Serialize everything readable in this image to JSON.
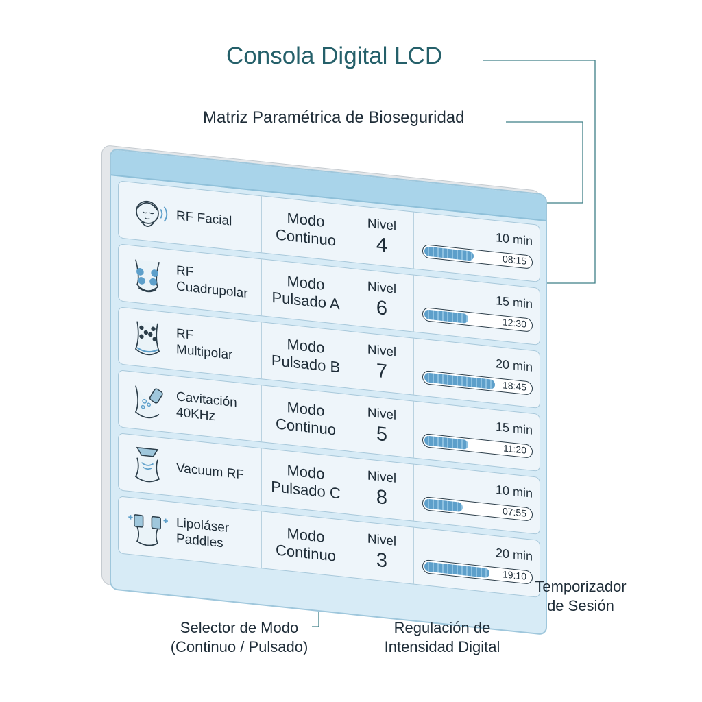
{
  "title": "Consola Digital LCD",
  "subtitle": "Matriz Paramétrica de Bioseguridad",
  "callouts": {
    "mode": [
      "Selector de Modo",
      "(Continuo / Pulsado)"
    ],
    "intensity": [
      "Regulación de",
      "Intensidad Digital"
    ],
    "timer": [
      "Temporizador",
      "de Sesión"
    ]
  },
  "level_label": "Nivel",
  "colors": {
    "accent": "#25606a",
    "screen": "#d7ebf6",
    "bar_fill": "#5d9fca"
  },
  "rows": [
    {
      "icon": "face-rf-icon",
      "name": [
        "RF Facial"
      ],
      "mode": [
        "Modo",
        "Continuo"
      ],
      "level": "4",
      "duration": "10 min",
      "elapsed": "08:15",
      "progress": 0.45
    },
    {
      "icon": "quadrupolar-body-icon",
      "name": [
        "RF",
        "Cuadrupolar"
      ],
      "mode": [
        "Modo",
        "Pulsado A"
      ],
      "level": "6",
      "duration": "15 min",
      "elapsed": "12:30",
      "progress": 0.4
    },
    {
      "icon": "multipolar-body-icon",
      "name": [
        "RF",
        "Multipolar"
      ],
      "mode": [
        "Modo",
        "Pulsado B"
      ],
      "level": "7",
      "duration": "20 min",
      "elapsed": "18:45",
      "progress": 0.65
    },
    {
      "icon": "cavitation-probe-icon",
      "name": [
        "Cavitación",
        "40KHz"
      ],
      "mode": [
        "Modo",
        "Continuo"
      ],
      "level": "5",
      "duration": "15 min",
      "elapsed": "11:20",
      "progress": 0.4
    },
    {
      "icon": "vacuum-cup-icon",
      "name": [
        "Vacuum RF"
      ],
      "mode": [
        "Modo",
        "Pulsado C"
      ],
      "level": "8",
      "duration": "10 min",
      "elapsed": "07:55",
      "progress": 0.35
    },
    {
      "icon": "lipolaser-paddles-icon",
      "name": [
        "Lipoláser",
        "Paddles"
      ],
      "mode": [
        "Modo",
        "Continuo"
      ],
      "level": "3",
      "duration": "20 min",
      "elapsed": "19:10",
      "progress": 0.6
    }
  ]
}
